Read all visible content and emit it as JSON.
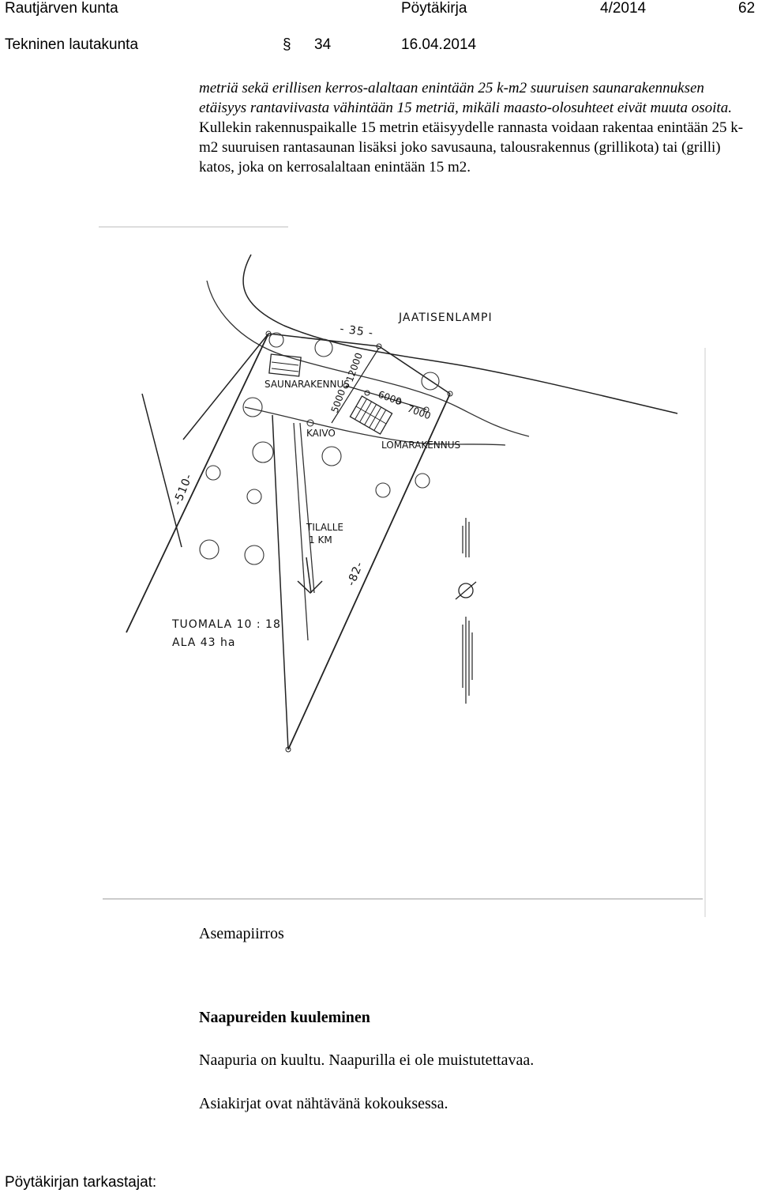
{
  "header": {
    "municipality": "Rautjärven kunta",
    "doc_type": "Pöytäkirja",
    "issue": "4/2014",
    "page": "62",
    "board": "Tekninen lautakunta",
    "section_symbol": "§",
    "section_number": "34",
    "date": "16.04.2014"
  },
  "paragraph": {
    "italic_part": "metriä sekä erillisen kerros-alaltaan enintään 25 k-m2 suuruisen saunarakennuksen etäisyys rantaviivasta vähintään 15 metriä, mikäli maasto-olosuhteet eivät muuta osoita.",
    "normal_part": "Kullekin rakennuspaikalle 15 metrin etäisyydelle rannasta voidaan rakentaa enintään 25 k-m2 suuruisen rantasaunan lisäksi joko savusauna, talousrakennus (grillikota) tai (grilli) katos, joka on kerrosalaltaan enintään 15 m2."
  },
  "map_labels": {
    "lake": "JAATISENLAMPI",
    "top_boundary": "- 35 -",
    "sauna": "SAUNARAKENNUS",
    "dist_12000": "12000",
    "dist_5000": "5000",
    "dist_6000": "6000",
    "dist_7000": "7000",
    "well": "KAIVO",
    "cottage": "LOMARAKENNUS",
    "left_boundary": "-510-",
    "to_farm_1": "TILALLE",
    "to_farm_2": "1 KM",
    "right_boundary": "-82-",
    "estate_1": "TUOMALA   10 : 18",
    "estate_2": "ALA  43  ha"
  },
  "caption": "Asemapiirros",
  "section_title": "Naapureiden kuuleminen",
  "section_text_1": "Naapuria on kuultu. Naapurilla ei ole muistutettavaa.",
  "section_text_2": "Asiakirjat ovat nähtävänä kokouksessa.",
  "footer": "Pöytäkirjan tarkastajat:"
}
